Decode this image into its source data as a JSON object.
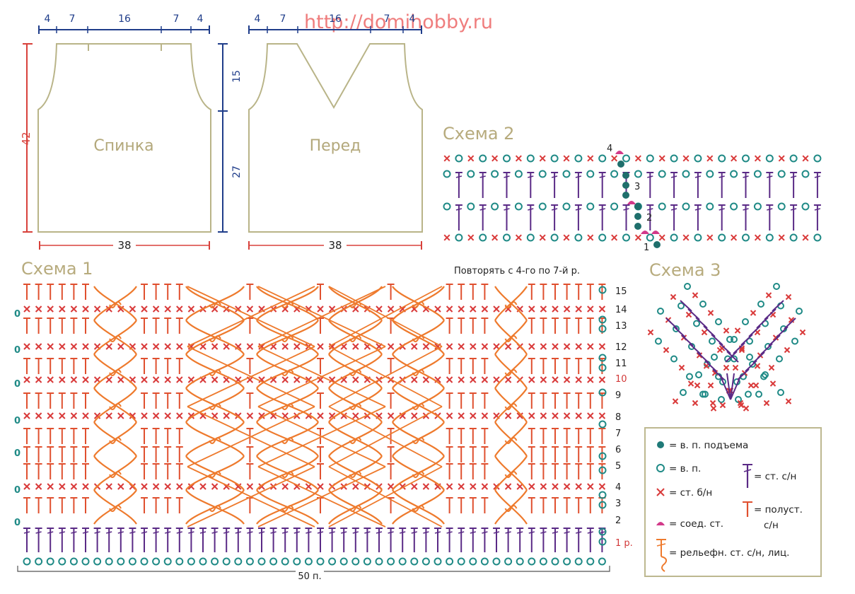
{
  "watermark": "http://domihobby.ru",
  "pattern": {
    "back_label": "Спинка",
    "front_label": "Перед",
    "top_widths": [
      "4",
      "7",
      "16",
      "7",
      "4"
    ],
    "height_total": "42",
    "height_upper": "15",
    "height_lower": "27",
    "bottom_width": "38"
  },
  "scheme1": {
    "title": "Схема 1",
    "note": "Повторять с 4-го по 7-й р.",
    "row_numbers": [
      "15",
      "14",
      "13",
      "12",
      "11",
      "10",
      "9",
      "8",
      "7",
      "6",
      "5",
      "4",
      "3",
      "2",
      "1 р."
    ],
    "zero_label": "0",
    "stitch_count": "50 п."
  },
  "scheme2": {
    "title": "Схема 2",
    "step_labels": [
      "4",
      "3",
      "2",
      "1"
    ]
  },
  "scheme3": {
    "title": "Схема 3"
  },
  "legend": {
    "items": [
      {
        "symbol": "teal-dot-icon",
        "text": "= в. п. подъема"
      },
      {
        "symbol": "chain-circle-icon",
        "text": "= в. п."
      },
      {
        "symbol": "x-stitch-icon",
        "text": "= ст. б/н"
      },
      {
        "symbol": "slip-stitch-icon",
        "text": "= соед. ст."
      },
      {
        "symbol": "dc-stitch-icon",
        "text": "= ст. с/н"
      },
      {
        "symbol": "hdc-stitch-icon",
        "text": "= полуст."
      },
      {
        "symbol": "hdc-stitch-icon-line2",
        "text": "с/н"
      },
      {
        "symbol": "relief-stitch-icon",
        "text": "= рельефн. ст. с/н, лиц."
      }
    ]
  },
  "colors": {
    "teal": "#1f8a86",
    "red": "#d93a3a",
    "orange": "#ee7a2d",
    "purple": "#5a2a86",
    "magenta": "#d23a8a",
    "blue": "#1f3d8a",
    "outline": "#b9b488",
    "title": "#b7ab7d"
  }
}
